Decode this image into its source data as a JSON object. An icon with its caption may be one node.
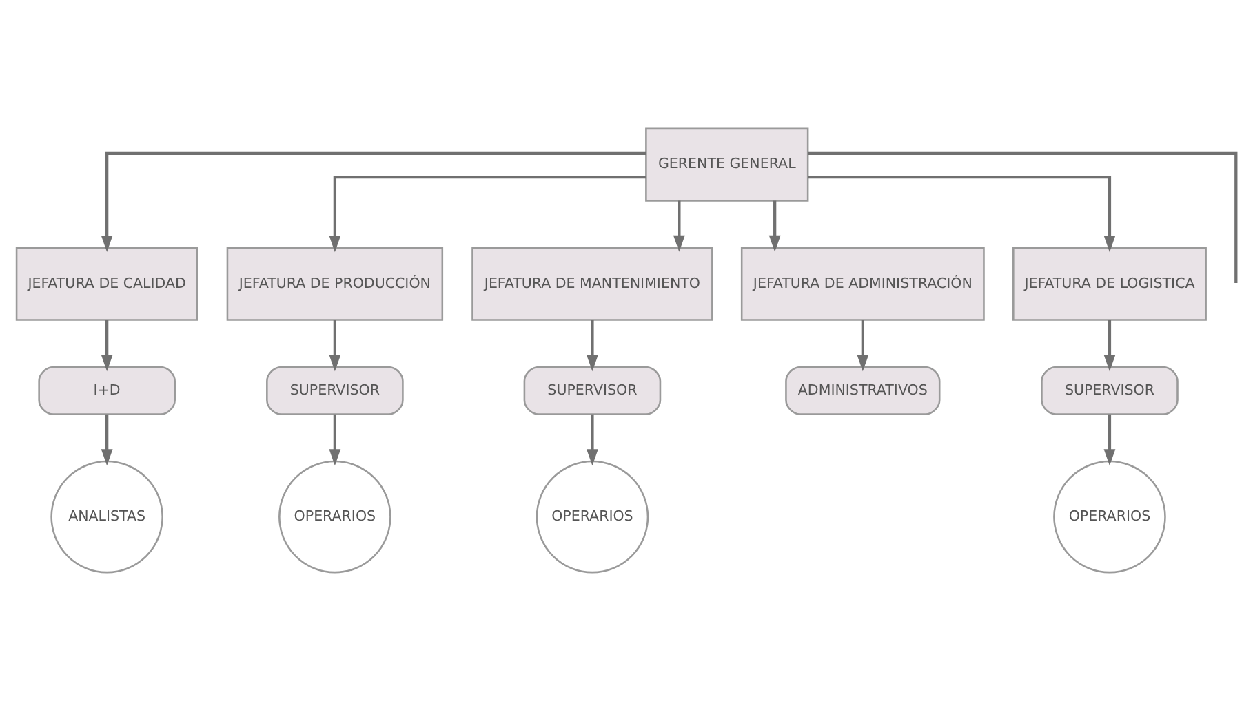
{
  "diagram": {
    "nodes": [
      {
        "text": [
          "GERENTE GENERAL"
        ]
      },
      {
        "text": [
          "JEFATURA DE CALIDAD"
        ]
      },
      {
        "text": [
          "JEFATURA DE PRODUCCIÓN"
        ]
      },
      {
        "text": [
          "JEFATURA DE MANTENIMIENTO"
        ]
      },
      {
        "text": [
          "JEFATURA DE ADMINISTRACIÓN"
        ]
      },
      {
        "text": [
          "JEFATURA DE LOGISTICA"
        ]
      },
      {
        "text": [
          "I+D"
        ]
      },
      {
        "text": [
          "SUPERVISOR"
        ]
      },
      {
        "text": [
          "SUPERVISOR"
        ]
      },
      {
        "text": [
          "ADMINISTRATIVOS"
        ]
      },
      {
        "text": [
          "SUPERVISOR"
        ]
      },
      {
        "text": [
          "ANALISTAS"
        ]
      },
      {
        "text": [
          "OPERARIOS"
        ]
      },
      {
        "text": [
          "OPERARIOS"
        ]
      },
      {
        "text": [
          "OPERARIOS"
        ]
      }
    ],
    "edges": [
      {
        "from": 0,
        "to": null,
        "arrow": "none"
      },
      {
        "from": 0,
        "to": 1,
        "arrow": "to"
      },
      {
        "from": 0,
        "to": 2,
        "arrow": "to"
      },
      {
        "from": 0,
        "to": 3,
        "arrow": "to"
      },
      {
        "from": 0,
        "to": 4,
        "arrow": "to"
      },
      {
        "from": 0,
        "to": 5,
        "arrow": "to"
      },
      {
        "from": 1,
        "to": 6,
        "arrow": "to"
      },
      {
        "from": 2,
        "to": 7,
        "arrow": "to"
      },
      {
        "from": 3,
        "to": 8,
        "arrow": "to"
      },
      {
        "from": 4,
        "to": 9,
        "arrow": "to"
      },
      {
        "from": 5,
        "to": 10,
        "arrow": "to"
      },
      {
        "from": 6,
        "to": 11,
        "arrow": "to"
      },
      {
        "from": 7,
        "to": 12,
        "arrow": "to"
      },
      {
        "from": 8,
        "to": 13,
        "arrow": "to"
      },
      {
        "from": 10,
        "to": 14,
        "arrow": "to"
      }
    ]
  }
}
